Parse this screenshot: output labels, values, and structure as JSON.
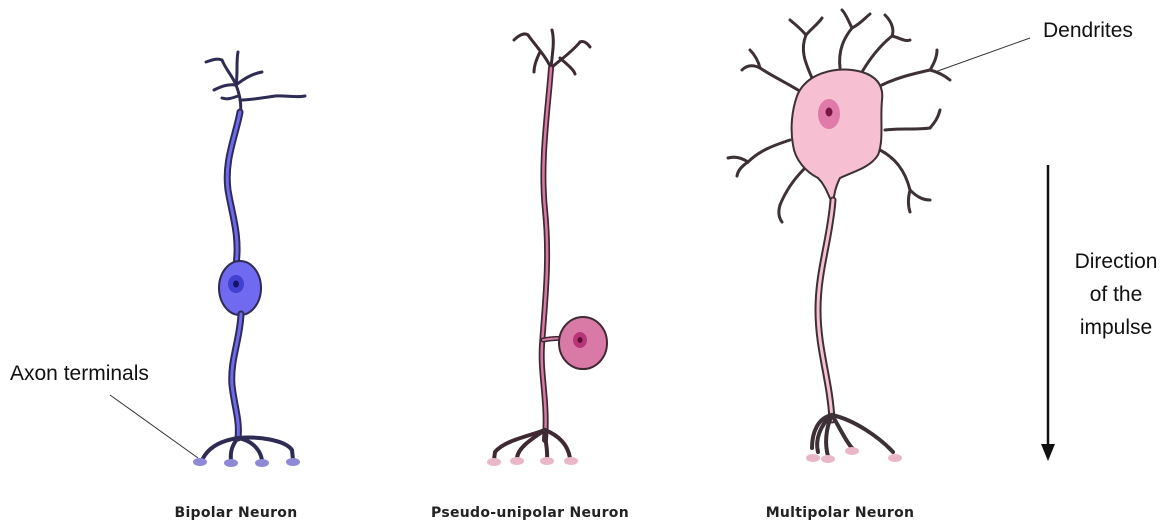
{
  "labels": {
    "dendrites": "Dendrites",
    "axon_terminals": "Axon terminals",
    "direction_line1": "Direction",
    "direction_line2": "of the",
    "direction_line3": "impulse"
  },
  "neurons": [
    {
      "id": "bipolar",
      "caption": "Bipolar Neuron",
      "color": "#6f6af0",
      "outline": "#2e2c55",
      "nucleus": "#2a2ab0"
    },
    {
      "id": "pseudo-unipolar",
      "caption": "Pseudo-unipolar Neuron",
      "color": "#d97aa6",
      "outline": "#3f2a33",
      "nucleus": "#9c1f5e"
    },
    {
      "id": "multipolar",
      "caption": "Multipolar Neuron",
      "color": "#f7bfd2",
      "outline": "#3d3036",
      "nucleus": "#b0306a"
    }
  ],
  "colors": {
    "arrow": "#111111",
    "leader_line": "#333333",
    "terminal_blue": "#8e8ad8",
    "terminal_pink": "#eab7c8"
  }
}
